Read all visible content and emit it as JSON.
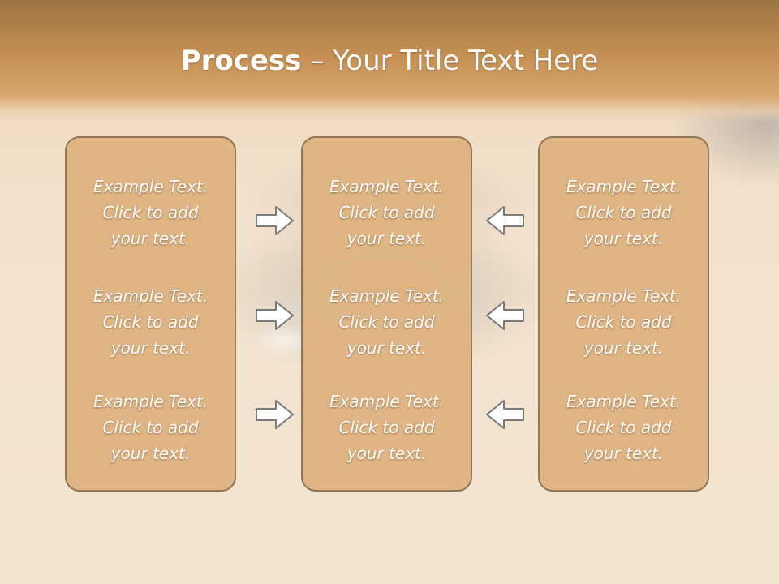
{
  "slide": {
    "title_bold": "Process",
    "title_rest": " – Your Title Text Here"
  },
  "columns": [
    {
      "items": [
        {
          "line1": "Example Text.",
          "line2": "Click  to add",
          "line3": "your text."
        },
        {
          "line1": "Example Text.",
          "line2": "Click  to add",
          "line3": "your text."
        },
        {
          "line1": "Example Text.",
          "line2": "Click  to add",
          "line3": "your text."
        }
      ]
    },
    {
      "items": [
        {
          "line1": "Example Text.",
          "line2": "Click  to add",
          "line3": "your text."
        },
        {
          "line1": "Example Text.",
          "line2": "Click  to add",
          "line3": "your text."
        },
        {
          "line1": "Example Text.",
          "line2": "Click  to add",
          "line3": "your text."
        }
      ]
    },
    {
      "items": [
        {
          "line1": "Example Text.",
          "line2": "Click  to add",
          "line3": "your text."
        },
        {
          "line1": "Example Text.",
          "line2": "Click  to add",
          "line3": "your text."
        },
        {
          "line1": "Example Text.",
          "line2": "Click  to add",
          "line3": "your text."
        }
      ]
    }
  ],
  "arrows": {
    "left_group": "arrow-right-icon",
    "right_group": "arrow-left-icon"
  },
  "colors": {
    "header": "#c48f52",
    "box_fill": "#dfb482",
    "box_border": "#8d7250",
    "arrow_fill": "#ffffff",
    "arrow_stroke": "#7a7a7a"
  }
}
